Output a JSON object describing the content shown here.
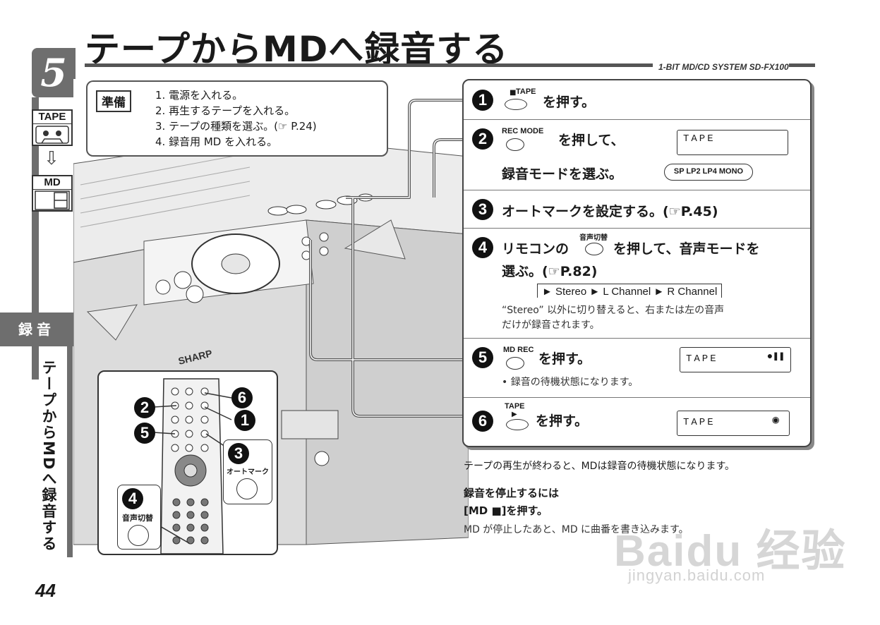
{
  "header": {
    "chapter_number": "5",
    "title": "テープからMDへ録音する",
    "model": "1-BIT MD/CD SYSTEM  SD-FX100"
  },
  "rail": {
    "source_label": "TAPE",
    "target_label": "MD",
    "section_tab": "録音",
    "vertical_title": "テープからMDへ録音する"
  },
  "prep": {
    "label": "準備",
    "items": [
      "1. 電源を入れる。",
      "2. 再生するテープを入れる。",
      "3. テープの種類を選ぶ。(☞ P.24)",
      "4. 録音用 MD を入れる。"
    ]
  },
  "steps": {
    "s1": {
      "num": "1",
      "button": "TAPE",
      "text": "を押す。"
    },
    "s2": {
      "num": "2",
      "button": "REC MODE",
      "line1": "を押して、",
      "line2": "録音モードを選ぶ。",
      "lcd": "TAPE",
      "modes": "SP  LP2  LP4  MONO"
    },
    "s3": {
      "num": "3",
      "text": "オートマークを設定する。(☞P.45)"
    },
    "s4": {
      "num": "4",
      "prefix": "リモコンの",
      "button": "音声切替",
      "suffix": "を押して、音声モードを",
      "line2": "選ぶ。(☞P.82)",
      "cycle": "► Stereo ► L Channel ► R Channel",
      "note1": "“Stereo” 以外に切り替えると、右または左の音声",
      "note2": "だけが録音されます。"
    },
    "s5": {
      "num": "5",
      "button": "MD REC",
      "text": "を押す。",
      "note": "• 録音の待機状態になります。",
      "lcd": "TAPE"
    },
    "s6": {
      "num": "6",
      "button": "TAPE",
      "text": "を押す。",
      "lcd": "TAPE"
    }
  },
  "remote": {
    "callouts": [
      "2",
      "6",
      "1",
      "5",
      "3",
      "4"
    ],
    "automark_label": "オートマーク",
    "voice_label": "音声切替"
  },
  "device": {
    "brand": "SHARP",
    "product": "1-BIT MD/CD SYSTEM SD-FX100"
  },
  "after_note": "テープの再生が終わると、MDは録音の待機状態になります。",
  "stop": {
    "heading": "録音を停止するには",
    "instruction": "[MD ■]を押す。",
    "description": "MD が停止したあと、MD に曲番を書き込みます。"
  },
  "watermark": {
    "brand": "Baidu 经验",
    "url": "jingyan.baidu.com"
  },
  "page_number": "44"
}
